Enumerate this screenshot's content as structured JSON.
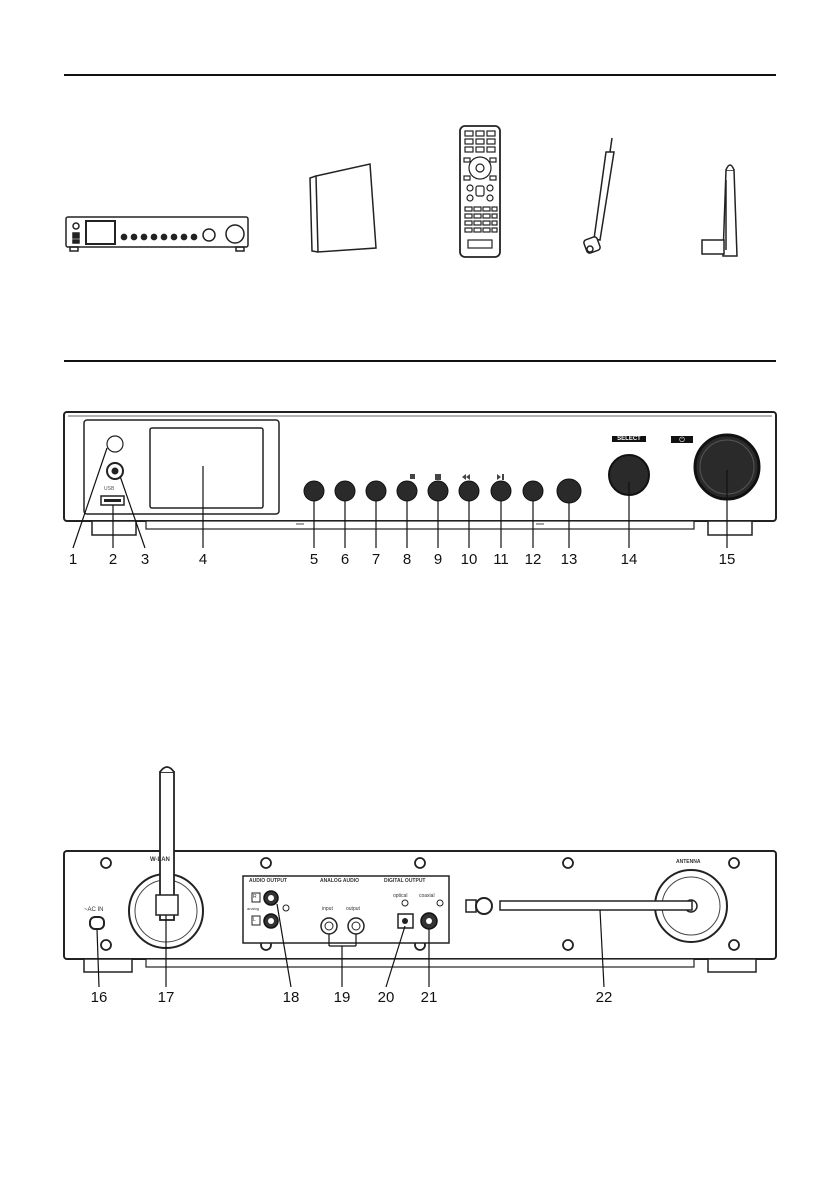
{
  "front_panel": {
    "select_label": "SELECT",
    "usb_label": "USB",
    "callouts": [
      "1",
      "2",
      "3",
      "4",
      "5",
      "6",
      "7",
      "8",
      "9",
      "10",
      "11",
      "12",
      "13",
      "14",
      "15"
    ]
  },
  "rear_panel": {
    "wlan_label": "W-LAN",
    "ac_in_label": "~AC IN",
    "audio_output_label": "AUDIO OUTPUT",
    "analog_audio_label": "ANALOG AUDIO",
    "digital_output_label": "DIGITAL OUTPUT",
    "antenna_label": "ANTENNA",
    "channel_r": "R",
    "channel_l": "L",
    "analog_label": "analog",
    "input_label": "input",
    "output_label": "output",
    "optical_label": "optical",
    "coaxial_label": "coaxial",
    "callouts": [
      "16",
      "17",
      "18",
      "19",
      "20",
      "21",
      "22"
    ]
  }
}
